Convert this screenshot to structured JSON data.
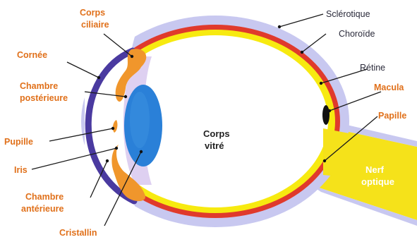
{
  "labels": {
    "corps_ciliaire": [
      "Corps",
      "ciliaire"
    ],
    "cornee": "Cornée",
    "chambre_posterieure": [
      "Chambre",
      "postérieure"
    ],
    "pupille": "Pupille",
    "iris": "Iris",
    "chambre_anterieure": [
      "Chambre",
      "antérieure"
    ],
    "cristallin": "Cristallin",
    "sclerotique": "Sclérotique",
    "choroide": "Choroïde",
    "retine": "Rétine",
    "macula": "Macula",
    "papille": "Papille",
    "nerf_optique": [
      "Nerf",
      "optique"
    ],
    "corps_vitre": [
      "Corps",
      "vitré"
    ]
  },
  "colors": {
    "sclera": "#c8c8f0",
    "choroid": "#e03a2c",
    "retina": "#f7ea10",
    "cornea": "#4a3aa0",
    "lens": "#2a80d8",
    "ciliary": "#f0962c",
    "nerve": "#f5e21a",
    "label_orange": "#e0701a",
    "label_dark": "#2a2a3a"
  }
}
